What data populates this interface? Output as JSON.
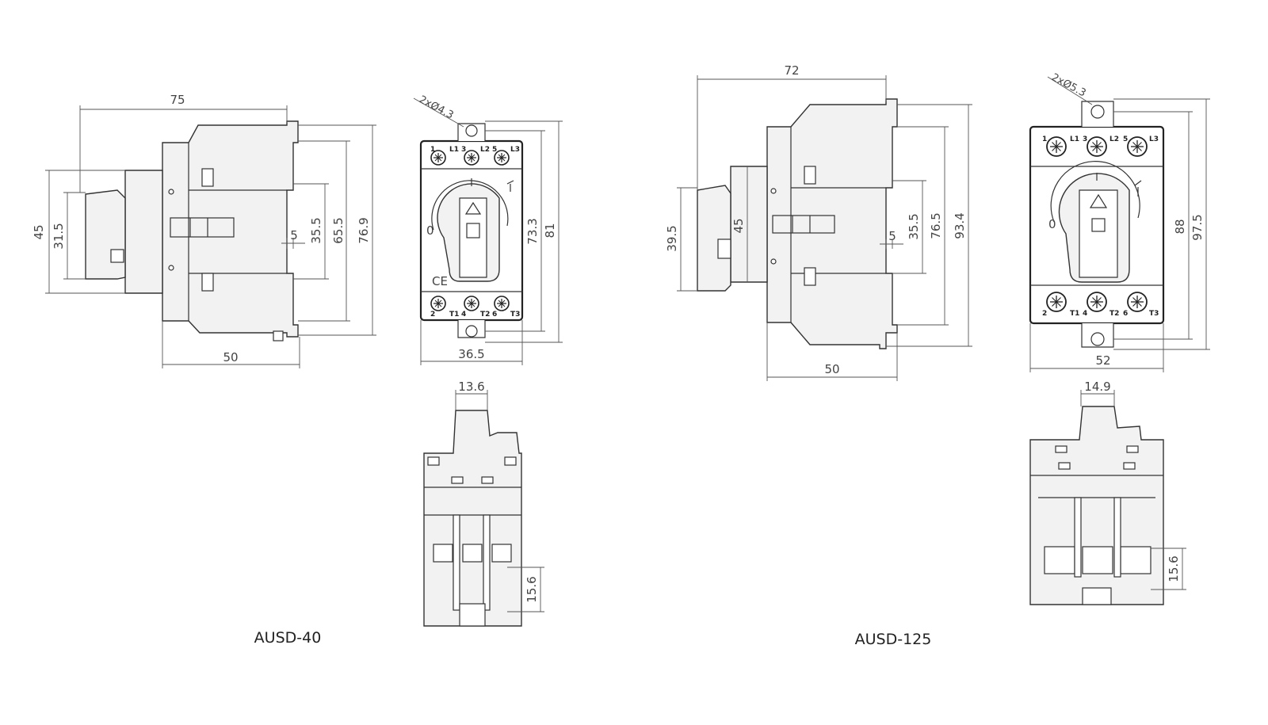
{
  "models": {
    "ausd40": {
      "label": "AUSD-40",
      "side": {
        "width_75": "75",
        "h_45": "45",
        "h_31_5": "31.5",
        "h_5": "5",
        "h_35_5": "35.5",
        "h_65_5": "65.5",
        "h_76_9": "76.9",
        "base_50": "50"
      },
      "front": {
        "mount_holes": "2xØ4.3",
        "h_73_3": "73.3",
        "h_81": "81",
        "width_36_5": "36.5",
        "off": "0",
        "on": "I"
      },
      "bottom": {
        "w_13_6": "13.6",
        "h_15_6": "15.6"
      },
      "terminals_top": [
        "1",
        "L1",
        "3",
        "L2",
        "5",
        "L3"
      ],
      "terminals_bottom": [
        "2",
        "T1",
        "4",
        "T2",
        "6",
        "T3"
      ],
      "ce_mark": "CE"
    },
    "ausd125": {
      "label": "AUSD-125",
      "side": {
        "width_72": "72",
        "h_39_5": "39.5",
        "h_45": "45",
        "h_5": "5",
        "h_35_5": "35.5",
        "h_76_5": "76.5",
        "h_93_4": "93.4",
        "base_50": "50"
      },
      "front": {
        "mount_holes": "2xØ5.3",
        "h_88": "88",
        "h_97_5": "97.5",
        "width_52": "52",
        "off": "0",
        "on": "I"
      },
      "bottom": {
        "w_14_9": "14.9",
        "h_15_6": "15.6"
      },
      "terminals_top": [
        "1",
        "L1",
        "3",
        "L2",
        "5",
        "L3"
      ],
      "terminals_bottom": [
        "2",
        "T1",
        "4",
        "T2",
        "6",
        "T3"
      ]
    }
  }
}
